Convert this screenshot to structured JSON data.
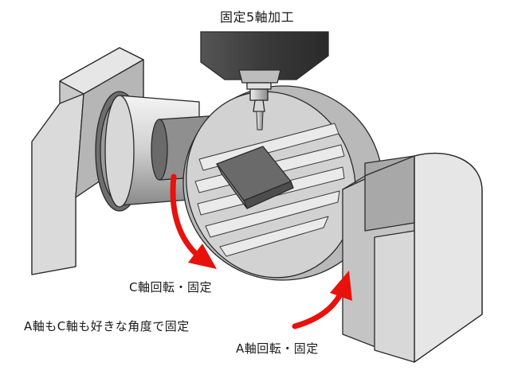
{
  "labels": {
    "title": "固定5軸加工",
    "c_axis": "C軸回転・固定",
    "both_axes": "A軸もC軸も好きな角度で固定",
    "a_axis": "A軸回転・固定"
  },
  "colors": {
    "arrow": "#e8120c",
    "body_light": "#e4e4e4",
    "body_mid": "#c8c8c8",
    "body_dark": "#8e8e8e",
    "spindle": "#4a4a4a",
    "outline": "#2a2a2a"
  }
}
